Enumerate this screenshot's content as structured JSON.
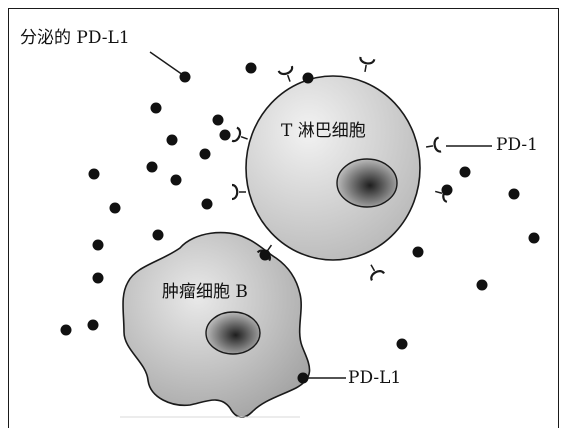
{
  "labels": {
    "secreted": "分泌的 PD-L1",
    "t_cell": "T 淋巴细胞",
    "pd1": "PD-1",
    "tumor": "肿瘤细胞 B",
    "pdl1": "PD-L1"
  },
  "colors": {
    "dot": "#111111",
    "outline": "#1a1a1a"
  }
}
